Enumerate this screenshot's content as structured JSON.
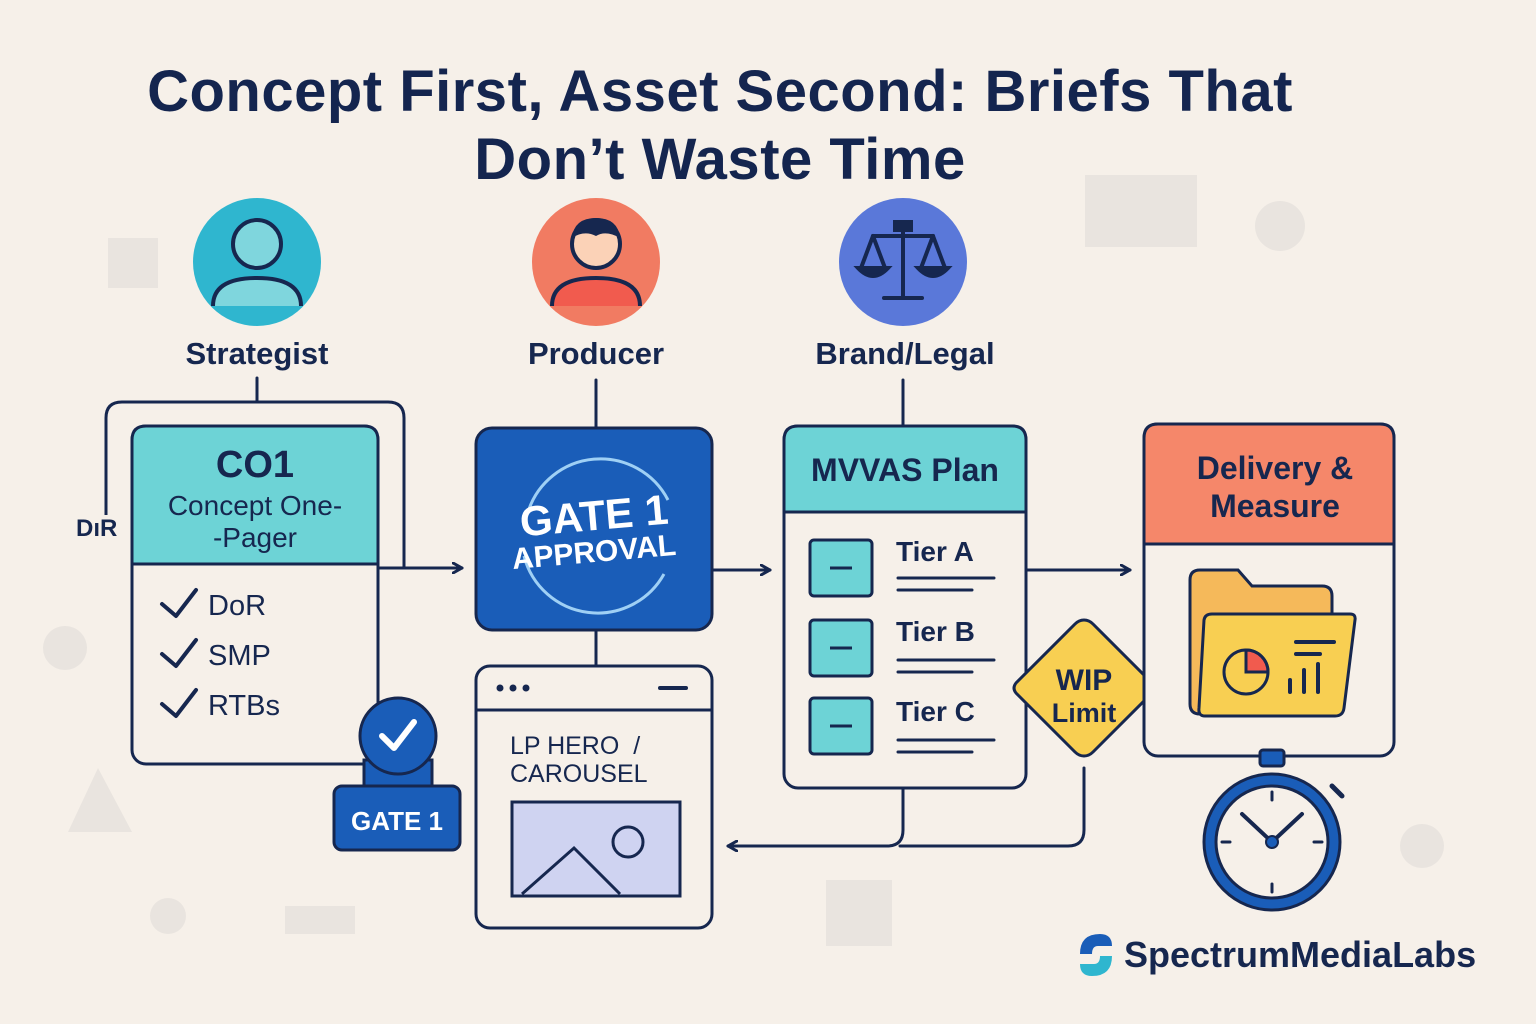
{
  "title": {
    "line1": "Concept First, Asset Second: Briefs That",
    "line2": "Don’t Waste Time"
  },
  "roles": [
    {
      "label": "Strategist",
      "icon": "person-icon"
    },
    {
      "label": "Producer",
      "icon": "person-icon"
    },
    {
      "label": "Brand/Legal",
      "icon": "scales-icon"
    }
  ],
  "side_label": "DıR",
  "co1_card": {
    "code": "CO1",
    "subtitle_line1": "Concept One-",
    "subtitle_line2": "-Pager",
    "checklist": [
      "DoR",
      "SMP",
      "RTBs"
    ]
  },
  "gate_stamp": {
    "label": "GATE 1"
  },
  "gate_approval": {
    "line1": "GATE 1",
    "line2": "APPROVAL"
  },
  "asset_window": {
    "line1": "LP HERO  /",
    "line2": "CAROUSEL"
  },
  "mvvas_card": {
    "title": "MVVAS Plan",
    "tiers": [
      "Tier A",
      "Tier B",
      "Tier C"
    ]
  },
  "wip_sign": {
    "line1": "WIP",
    "line2": "Limit"
  },
  "delivery_card": {
    "line1": "Delivery &",
    "line2": "Measure"
  },
  "brand": {
    "name": "SpectrumMediaLabs",
    "icon": "spectrum-logo-icon"
  },
  "colors": {
    "background": "#f6f0e9",
    "navy": "#16274f",
    "teal": "#6dd3d6",
    "blue": "#1a5db8",
    "coral": "#f5876a",
    "yellow": "#f8cf52",
    "strategist_circle": "#2fb6cf",
    "producer_circle": "#f17b62",
    "brand_legal_circle": "#5a78d9"
  }
}
